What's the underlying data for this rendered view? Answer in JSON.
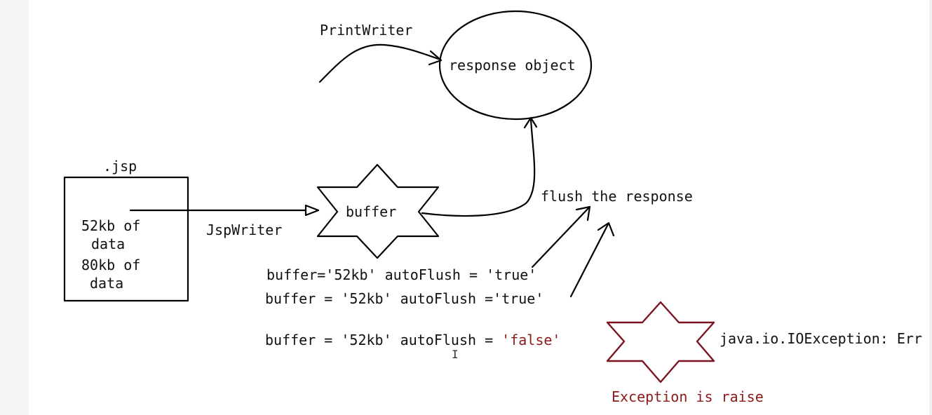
{
  "labels": {
    "print_writer": "PrintWriter",
    "response_object": "response object",
    "jsp": ".jsp",
    "jsp_line1": "52kb of",
    "jsp_line2": "data",
    "jsp_line3": "80kb of",
    "jsp_line4": "data",
    "jsp_writer": "JspWriter",
    "buffer": "buffer",
    "flush": "flush the response",
    "line1": "buffer='52kb' autoFlush = 'true'",
    "line2": "buffer = '52kb' autoFlush ='true'",
    "line3_prefix": "buffer = '52kb' autoFlush = ",
    "line3_value": "'false'",
    "exception_text": "java.io.IOException: Err",
    "exception_raise": "Exception is raise"
  },
  "colors": {
    "ink": "#111111",
    "accent_red": "#8b1a1a",
    "star_red": "#7a1420"
  },
  "icons": {
    "cursor": "text-cursor-icon"
  }
}
